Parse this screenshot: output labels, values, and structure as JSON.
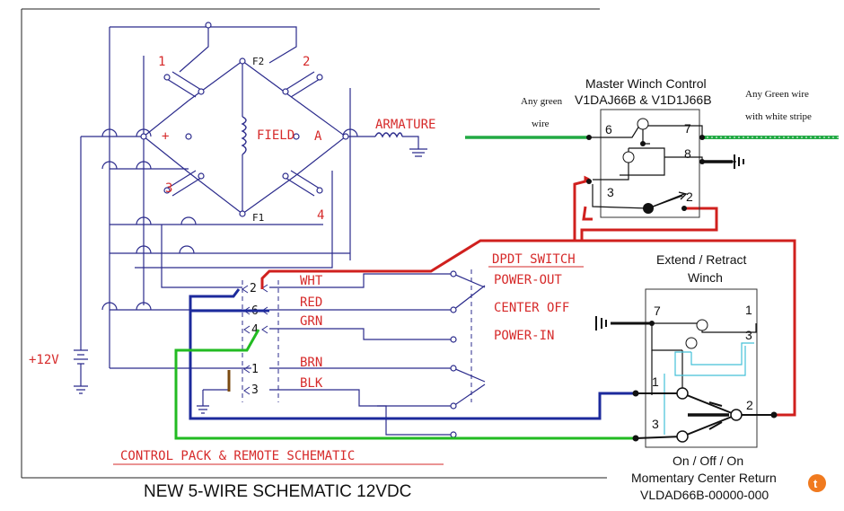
{
  "diagram": {
    "title": "NEW 5-WIRE SCHEMATIC 12VDC",
    "control_pack_title": "CONTROL PACK & REMOTE SCHEMATIC",
    "motor": {
      "contact_1": "1",
      "contact_2": "2",
      "contact_3": "3",
      "contact_4": "4",
      "f2": "F2",
      "f1": "F1",
      "plus": "+",
      "a": "A",
      "field": "FIELD",
      "armature": "ARMATURE"
    },
    "battery_label": "+12V",
    "connector_pins": [
      "2",
      "6",
      "4",
      "1",
      "3"
    ],
    "wire_labels": [
      "WHT",
      "RED",
      "GRN",
      "BRN",
      "BLK"
    ],
    "dpdt": {
      "title": "DPDT SWITCH",
      "pos1": "POWER-OUT",
      "pos2": "CENTER OFF",
      "pos3": "POWER-IN"
    },
    "master": {
      "title1": "Master Winch Control",
      "title2": "V1DAJ66B & V1D1J66B",
      "left_note1": "Any green",
      "left_note2": "wire",
      "right_note1": "Any Green wire",
      "right_note2": "with white stripe",
      "pins": [
        "6",
        "7",
        "8",
        "3",
        "2"
      ]
    },
    "extend": {
      "title1": "Extend / Retract",
      "title2": "Winch",
      "pins": [
        "7",
        "1",
        "3",
        "1",
        "2",
        "3"
      ],
      "cap1": "On / Off / On",
      "cap2": "Momentary Center Return",
      "cap3": "VLDAD66B-00000-000"
    },
    "badge": "t"
  },
  "colors": {
    "wire_red": "#d0201e",
    "wire_blue": "#1c2a9c",
    "wire_green": "#22bb22",
    "wire_brown": "#7a4a10",
    "schematic_blue": "#2b2b8c",
    "label_red": "#d62a2a",
    "badge_orange": "#f07a1f"
  }
}
